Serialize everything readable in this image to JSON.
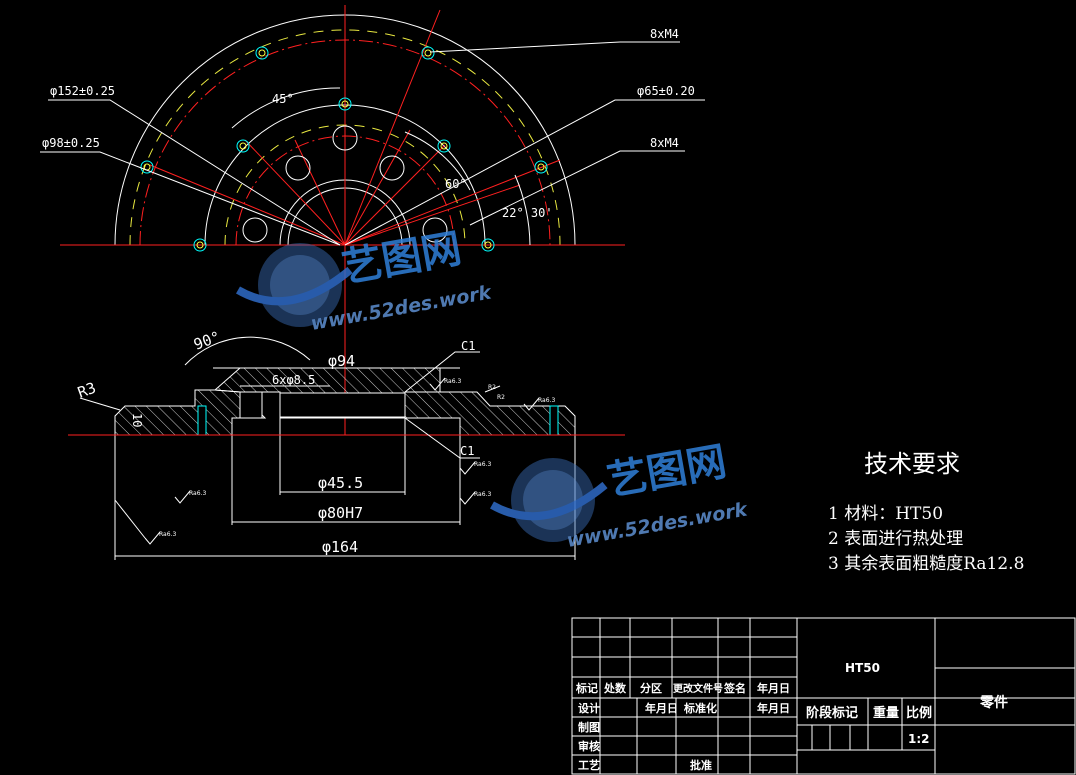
{
  "top_view": {
    "callouts": {
      "thread_top": "8xM4",
      "dia_152": "φ152±0.25",
      "dia_65": "φ65±0.20",
      "dia_98": "φ98±0.25",
      "thread_right": "8xM4",
      "angle_45": "45°",
      "angle_60": "60°",
      "angle_22": "22° 30'"
    }
  },
  "section_view": {
    "labels": {
      "angle_90": "90°",
      "radius": "R3",
      "dia_94": "φ94",
      "chamfer_top": "C1",
      "holes": "6xφ8.5",
      "r2_a": "R2",
      "r2_b": "R2",
      "thickness": "10",
      "chamfer_bottom": "C1",
      "dia_45_5": "φ45.5",
      "dia_80": "φ80H7",
      "dia_164": "φ164",
      "roughness": "Ra6.3"
    }
  },
  "tech_requirements": {
    "title": "技术要求",
    "items": [
      "1 材料：HT50",
      "2 表面进行热处理",
      "3 其余表面粗糙度Ra12.8"
    ]
  },
  "title_block": {
    "material": "HT50",
    "part_name": "零件",
    "scale": "1:2",
    "headers": {
      "mark": "标记",
      "count": "处数",
      "zone": "分区",
      "change_doc": "更改文件号",
      "signature": "签名",
      "date": "年月日"
    },
    "rows": {
      "design": "设计",
      "draw": "制图",
      "review": "审核",
      "process": "工艺",
      "date": "年月日",
      "standardize": "标准化",
      "date2": "年月日",
      "approve": "批准"
    },
    "stage_mark": "阶段标记",
    "weight": "重量",
    "ratio": "比例"
  },
  "watermarks": [
    {
      "logo": "艺图网",
      "url": "www.52des.work"
    },
    {
      "logo": "艺图网",
      "url": "www.52des.work"
    }
  ],
  "colors": {
    "background": "#000000",
    "outline": "#ffffff",
    "centerline": "#ff2020",
    "hidden": "#ffff40",
    "hole_ring": "#00ffff",
    "watermark": "#2f7fd9"
  }
}
